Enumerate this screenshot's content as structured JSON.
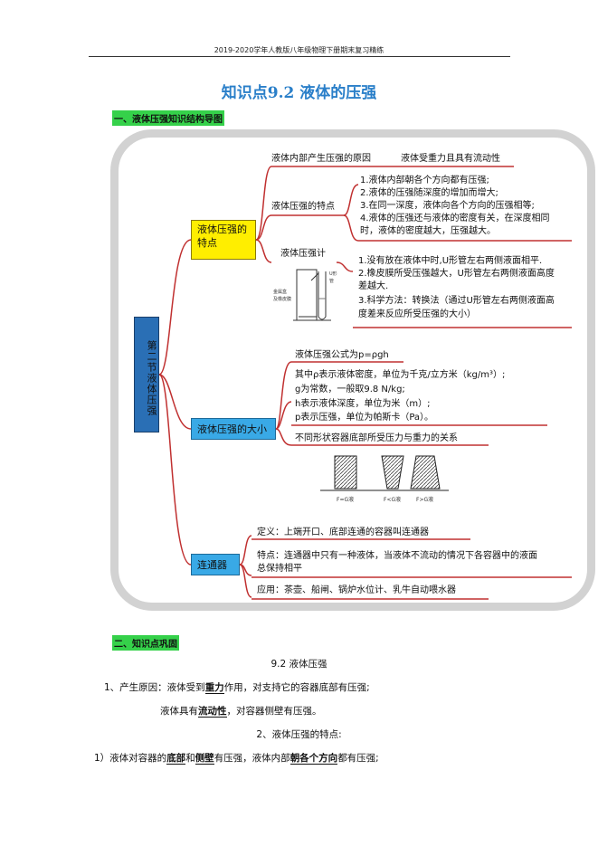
{
  "header": "2019-2020学年人教版八年级物理下册期末复习精练",
  "title": "知识点9.2  液体的压强",
  "section1": "一、液体压强知识结构导图",
  "root": "第二节液体压强",
  "branch1": {
    "label": "液体压强的特点",
    "cause_label": "液体内部产生压强的原因",
    "cause_value": "液体受重力且具有流动性",
    "features_label": "液体压强的特点",
    "features": [
      "1.液体内部朝各个方向都有压强;",
      "2.液体的压强随深度的增加而增大;",
      "3.在同一深度，液体向各个方向的压强相等;",
      "4.液体的压强还与液体的密度有关，在深度相同",
      "时，液体的密度越大，压强越大。"
    ],
    "gauge_label": "液体压强计",
    "gauge_fig": {
      "lbl_left_1": "金属盒",
      "lbl_left_2": "及橡皮膜",
      "lbl_right_1": "U形",
      "lbl_right_2": "管"
    },
    "gauge": [
      "1.没有放在液体中时,U形管左右两侧液面相平.",
      "2.橡皮膜所受压强越大，U形管左右两侧液面高度",
      "差越大.",
      "3.科学方法：转换法（通过U形管左右两侧液面高",
      "度差来反应所受压强的大小）"
    ]
  },
  "branch2": {
    "label": "液体压强的大小",
    "formula": "液体压强公式为p=ρgh",
    "vars": [
      "其中ρ表示液体密度，单位为千克/立方米（kg/m³）;",
      "g为常数，一般取9.8 N/kg;",
      "h表示液体深度，单位为米（m）;",
      "p表示压强，单位为帕斯卡（Pa）。"
    ],
    "shapes_label": "不同形状容器底部所受压力与重力的关系",
    "shapes": [
      "F=G液",
      "F<G液",
      "F>G液"
    ]
  },
  "branch3": {
    "label": "连通器",
    "items": [
      "定义：上端开口、底部连通的容器叫连通器",
      "特点：连通器中只有一种液体，当液体不流动的情况下各容器中的液面",
      "总保持相平",
      "应用：茶壶、船闸、锅炉水位计、乳牛自动喂水器"
    ]
  },
  "section2": "二、知识点巩固",
  "sub_title": "9.2   液体压强",
  "p1_pre": "1、产生原因：液体受到",
  "p1_b": "重力",
  "p1_post": "作用，对支持它的容器底部有压强;",
  "p2_pre": "液体具有",
  "p2_b": "流动性",
  "p2_post": "，对容器侧壁有压强。",
  "p3": "2、液体压强的特点:",
  "p4_a": "1）液体对容器的",
  "p4_b1": "底部",
  "p4_c": "和",
  "p4_b2": "侧壁",
  "p4_d": "有压强，液体内部",
  "p4_b3": "朝各个方向",
  "p4_e": "都有压强;"
}
